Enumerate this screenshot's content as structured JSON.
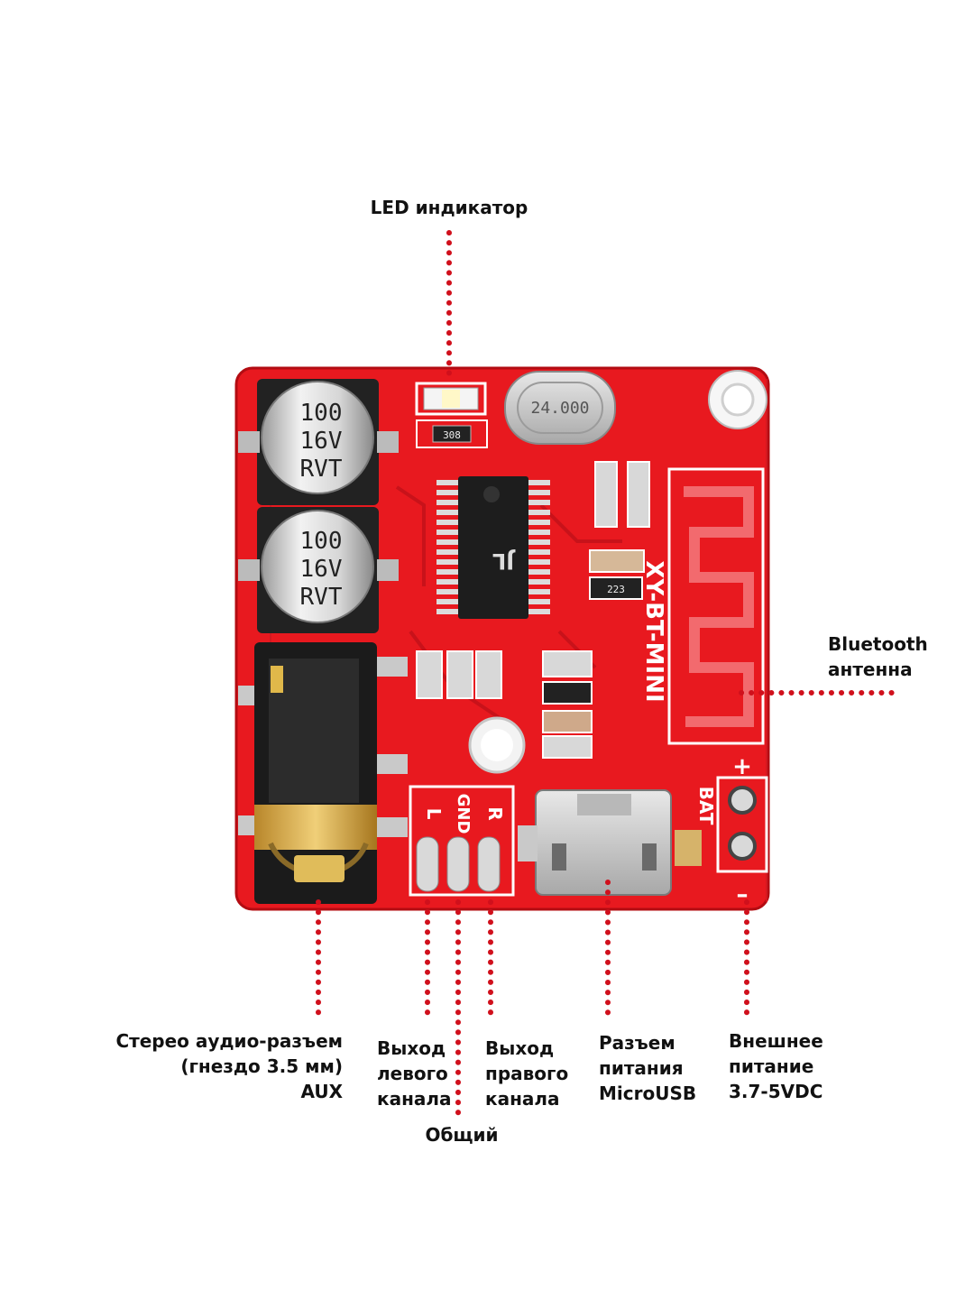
{
  "labels": {
    "led": [
      "LED индикатор"
    ],
    "bluetooth": [
      "Bluetooth",
      "антенна"
    ],
    "aux": [
      "Стерео аудио-разъем",
      "(гнездо 3.5 мм)",
      "AUX"
    ],
    "left_out": [
      "Выход",
      "левого",
      "канала"
    ],
    "common": [
      "Общий"
    ],
    "right_out": [
      "Выход",
      "правого",
      "канала"
    ],
    "microusb": [
      "Разъем",
      "питания",
      "MicroUSB"
    ],
    "external_power": [
      "Внешнее",
      "питание",
      "3.7-5VDC"
    ]
  },
  "board": {
    "capacitor_lines": [
      "100",
      "16V",
      "RVT"
    ],
    "crystal": "24.000",
    "model": "XY-BT-MINI",
    "pins": {
      "left": "L",
      "gnd": "GND",
      "right": "R",
      "bat": "BAT",
      "plus": "+",
      "minus": "–"
    },
    "smd_codes": [
      "308",
      "223"
    ]
  },
  "colors": {
    "board": "#e8191f",
    "board_dark": "#c40f15",
    "pointer": "#d0101c",
    "silkscreen": "#ffffff",
    "text": "#111111"
  }
}
